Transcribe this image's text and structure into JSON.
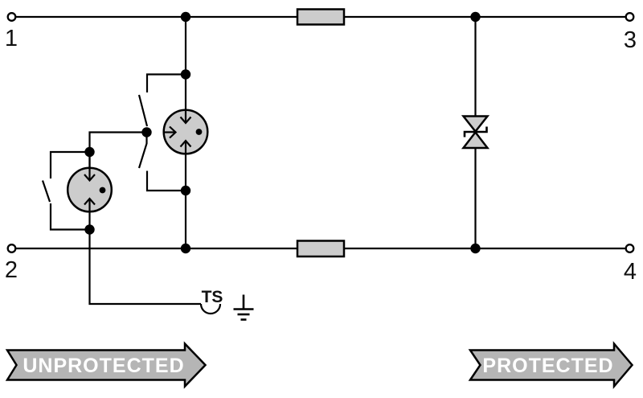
{
  "diagram": {
    "terminals": [
      {
        "label": "1"
      },
      {
        "label": "2"
      },
      {
        "label": "3"
      },
      {
        "label": "4"
      }
    ],
    "ts_label": "TS",
    "flow": {
      "unprotected": "UNPROTECTED",
      "protected": "PROTECTED"
    },
    "colors": {
      "line": "#000000",
      "component_fill": "#cccccc",
      "arrow_fill": "#b5b5b5",
      "arrow_text": "#ffffff",
      "background": "#ffffff"
    }
  }
}
